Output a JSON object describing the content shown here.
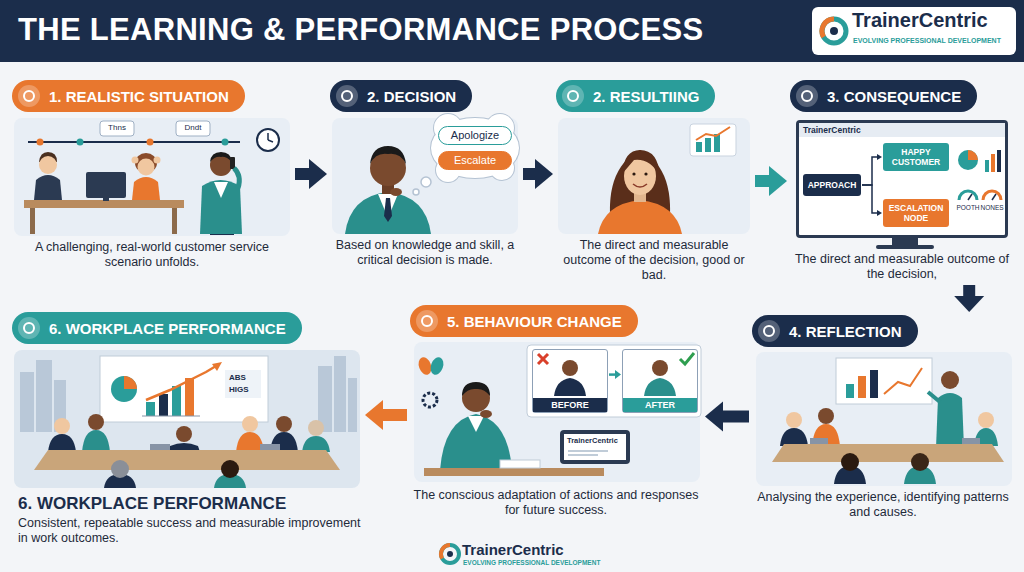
{
  "diagram": {
    "title": "THE LEARNING & PERFORMANCE PROCESS",
    "nodes": [
      {
        "text": [
          "1. REALISTIC SITUATION",
          "A challenging, real-world customer service scenario unfolds."
        ]
      },
      {
        "text": [
          "2. DECISION",
          "Based on knowledge and skill, a critical decision is made."
        ]
      },
      {
        "text": [
          "Apologize"
        ],
        "in": 1
      },
      {
        "text": [
          "Escalate"
        ],
        "in": 1
      },
      {
        "text": [
          "2. RESULTIING",
          "The direct and measurable outcome of the decision, good or bad."
        ]
      },
      {
        "text": [
          "3. CONSEQUENCE",
          "The direct and measurable outcome of the decision,"
        ]
      },
      {
        "text": [
          "TrainerCentric"
        ],
        "in": 5
      },
      {
        "text": [
          "APPROACH"
        ],
        "in": 6
      },
      {
        "text": [
          "HAPPY CUSTOMER"
        ],
        "in": 6
      },
      {
        "text": [
          "ESCALATION NODE"
        ],
        "in": 6
      },
      {
        "text": [
          "4. REFLECTION",
          "Analysing the experience, identifying patterns and causes."
        ]
      },
      {
        "text": [
          "5. BEHAVIOUR CHANGE",
          "The conscious adaptation of actions and responses for future success."
        ]
      },
      {
        "text": [
          "BEFORE"
        ],
        "in": 11
      },
      {
        "text": [
          "AFTER"
        ],
        "in": 11
      },
      {
        "text": [
          "6. WORKPLACE PERFORMANCE",
          "6. WORKPLACE PERFORMANCE",
          "Consistent, repeatable success and measurable improvement in work outcomes."
        ]
      }
    ],
    "edges": [
      {
        "from": 0,
        "to": 1,
        "arrow": "to"
      },
      {
        "from": 1,
        "to": 4,
        "arrow": "to"
      },
      {
        "from": 4,
        "to": 5,
        "arrow": "to"
      },
      {
        "from": 5,
        "to": 10,
        "arrow": "to"
      },
      {
        "from": 10,
        "to": 11,
        "arrow": "to"
      },
      {
        "from": 11,
        "to": 14,
        "arrow": "to"
      },
      {
        "from": 7,
        "to": 8,
        "arrow": "to"
      },
      {
        "from": 7,
        "to": 9,
        "arrow": "to"
      },
      {
        "from": 12,
        "to": 13,
        "arrow": "to"
      }
    ],
    "labels": [
      "TrainerCentric",
      "EVOLVING PROFESSIONAL DEVELOPMENT",
      "Thns",
      "Dndt",
      "POOTH",
      "NONES",
      "ABS",
      "HIGS",
      "TrainerCentric",
      "TrainerCentric",
      "EVOLVING PROFESSIONAL DEVELOPMENT"
    ]
  }
}
